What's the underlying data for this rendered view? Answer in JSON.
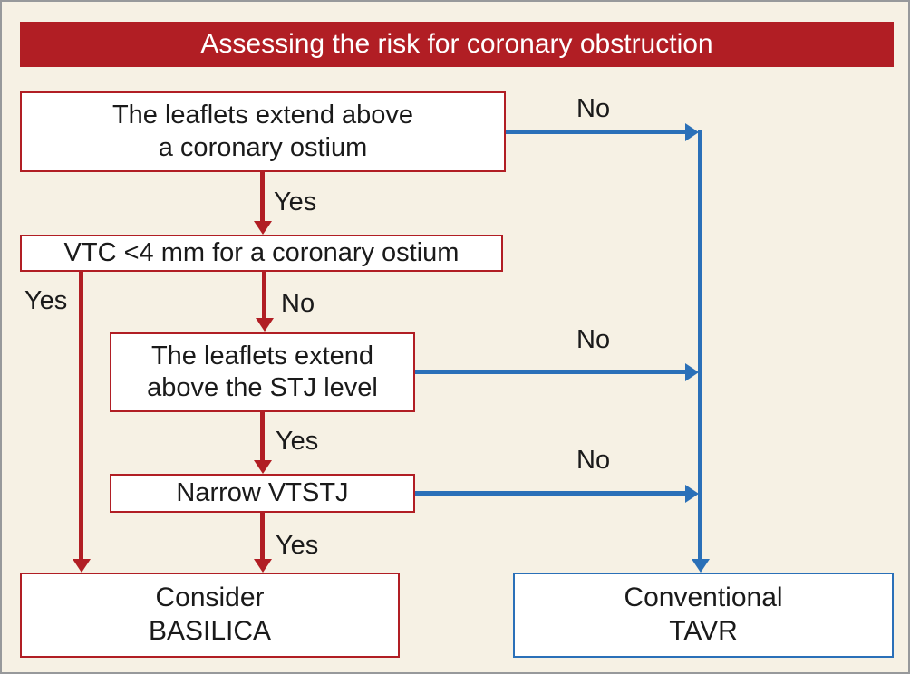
{
  "title": "Assessing the risk for coronary obstruction",
  "colors": {
    "red": "#b11e24",
    "blue": "#2a70b8",
    "background": "#f6f1e4",
    "box_fill": "#ffffff",
    "text": "#1a1a1a",
    "border": "#97999b"
  },
  "nodes": {
    "leaflets_ostium": {
      "line1": "The leaflets extend above",
      "line2": "a coronary ostium"
    },
    "vtc": {
      "label": "VTC <4 mm for a coronary ostium"
    },
    "leaflets_stj": {
      "line1": "The leaflets extend",
      "line2": "above the STJ level"
    },
    "narrow_vtstj": {
      "label": "Narrow VTSTJ"
    },
    "consider_basilica": {
      "line1": "Consider",
      "line2": "BASILICA"
    },
    "conventional_tavr": {
      "line1": "Conventional",
      "line2": "TAVR"
    }
  },
  "edges": {
    "ostium_yes": "Yes",
    "ostium_no": "No",
    "vtc_yes": "Yes",
    "vtc_no": "No",
    "stj_yes": "Yes",
    "stj_no": "No",
    "vtstj_yes": "Yes",
    "vtstj_no": "No"
  }
}
